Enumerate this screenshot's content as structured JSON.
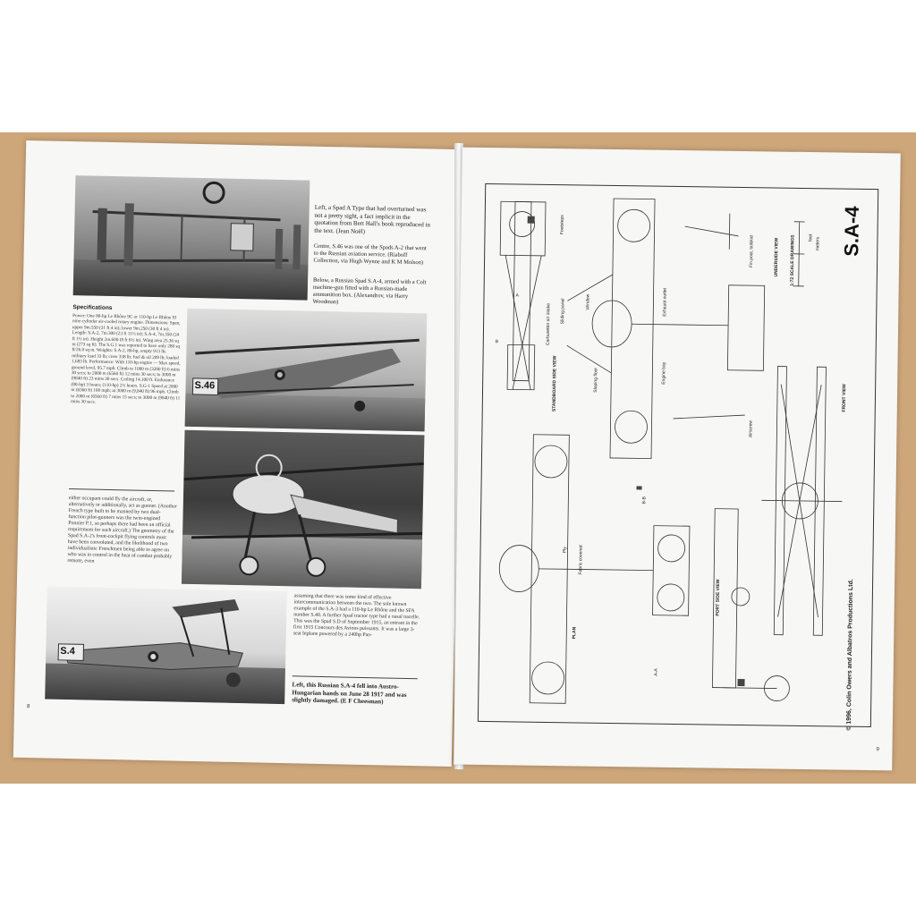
{
  "left_page": {
    "captions": {
      "top": "Left, a Spad A Type that had overturned was not a pretty sight, a fact implicit in the quotation from Bert Hall's book reproduced in the text. (Jean Noël)",
      "centre": "Centre, S.46 was one of the Spads A-2 that went to the Russian aviation service. (Riaboff Collection, via Hugh Wynne and K M Molson)",
      "below": "Below, a Russian Spad S.A-4, armed with a Colt machine-gun fitted with a Russian-made ammunition box. (Alexandrov, via Harry Woodman)",
      "bottom": "Left, this Russian S.A-4 fell into Austro-Hungarian hands on June 28 1917 and was slightly damaged. (E F Cheesman)"
    },
    "specifications": {
      "title": "Specifications",
      "text": "Power: One 80-hp Le Rhône 9C or 110-hp Le Rhône 9J nine-cylinder air-cooled rotary engine. Dimensions: Span, upper 9m.550 (31 ft 4 in); lower 9m.250 (30 ft 4 in). Length: S.A-2, 7m.300 (23 ft 11½ in); S.A-4, 7m.350 (24 ft 1½ in). Height 2m.600 (8 ft 6½ in). Wing area 25.36 sq m (273 sq ft). The S.G.1 was reported to have only 280 sq ft/26.0 sq m. Weights: S.A-2, 80-hp, empty 913 lb; military load 33 lb; crew 338 lb; fuel & oil 209 lb; loaded 1,683 lb. Performance: With 110-hp engine — Max speed, ground level, 95.7 mph. Climb to 1000 m (3280 ft) 6 mins 30 secs; to 2000 m (6560 ft) 12 mins 30 secs; to 3000 m (9840 ft) 23 mins 30 secs. Ceiling 14,100 ft. Endurance (80-hp) 3 hours; (110-hp) 2½ hours. S.G-1 Speed at 2000 m (6560 ft) 100 mph; at 3000 m (9,840 ft) 96 mph. Climb to 2000 m (6560 ft) 7 mins 15 secs; to 3000 m (9840 ft) 11 mins 30 secs."
    },
    "body_col1": "either occupant could fly the aircraft, or, alternatively or additionally, act as gunner. (Another French type built to be manned by two dual-function pilot-gunners was the twin-engined Ponnier P.1, so perhaps there had been an official requirement for such aircraft.) The geometry of the Spad S.A-2's front-cockpit flying controls must have been convoluted, and the likelihood of two individualistic Frenchmen being able to agree on who was in control in the heat of combat probably remote, even",
    "body_col2": "assuming that there was some kind of effective intercommunication between the two. The sole known example of the S.A-3 had a 110-hp Le Rhône and the SFA number S.40. A further Spad tractor type had a nasal nacelle. This was the Spad S.D of September 1915, an entrant in the first 1915 Concours des Avions puissants. It was a large 3-seat biplane powered by a 240hp Pan-",
    "page_number": "8",
    "photo_codes": {
      "centre": "S.46",
      "bottom": "S.4"
    }
  },
  "right_page": {
    "title": "S.A-4",
    "copyright": "© 1996, Colin Owers and Albatros Productions Ltd.",
    "scale_title": "1:72 SCALE DRAWINGS",
    "scale_unit_ft": "feet",
    "scale_unit_m": "meters",
    "views": {
      "standboard": "STANDBOARD SIDE VIEW",
      "underside": "UNDERSIDE VIEW",
      "front": "FRONT VIEW",
      "plan": "PLAN",
      "port": "PORT SIDE VIEW"
    },
    "labels": {
      "footsteps": "Footsteps",
      "carburettor": "Carburettor air intake",
      "sliding_panel": "Sliding panel",
      "window": "Window",
      "exhaust": "Exhaust outlet",
      "sloping_floor": "Sloping floor",
      "engine_bay": "Engine bay",
      "fin_post": "Fin post, tailskid",
      "airscrew": "Airscrew",
      "ply": "Ply",
      "fabric": "Fabric covered",
      "section_a": "A",
      "section_b": "B",
      "section_aa": "A-A",
      "section_bb": "B-B"
    },
    "page_number": "9"
  }
}
